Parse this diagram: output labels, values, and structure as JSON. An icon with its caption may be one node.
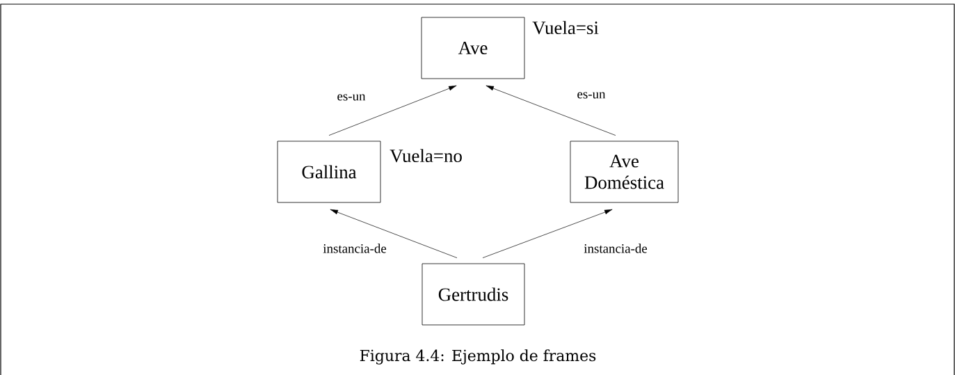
{
  "diagram": {
    "caption": "Figura 4.4: Ejemplo de frames",
    "nodes": [
      {
        "text": [
          "Ave"
        ],
        "beside": [
          "Vuela=si"
        ]
      },
      {
        "text": [
          "Gallina"
        ],
        "beside": [
          "Vuela=no"
        ]
      },
      {
        "text": [
          "Ave Doméstica"
        ]
      },
      {
        "text": [
          "Gertrudis"
        ]
      }
    ],
    "edges": [
      {
        "from": 1,
        "to": 0,
        "arrow": "to",
        "label": "es-un"
      },
      {
        "from": 2,
        "to": 0,
        "arrow": "to",
        "label": "es-un"
      },
      {
        "from": 3,
        "to": 1,
        "arrow": "to",
        "label": "instancia-de"
      },
      {
        "from": 3,
        "to": 2,
        "arrow": "to",
        "label": "instancia-de"
      }
    ]
  }
}
